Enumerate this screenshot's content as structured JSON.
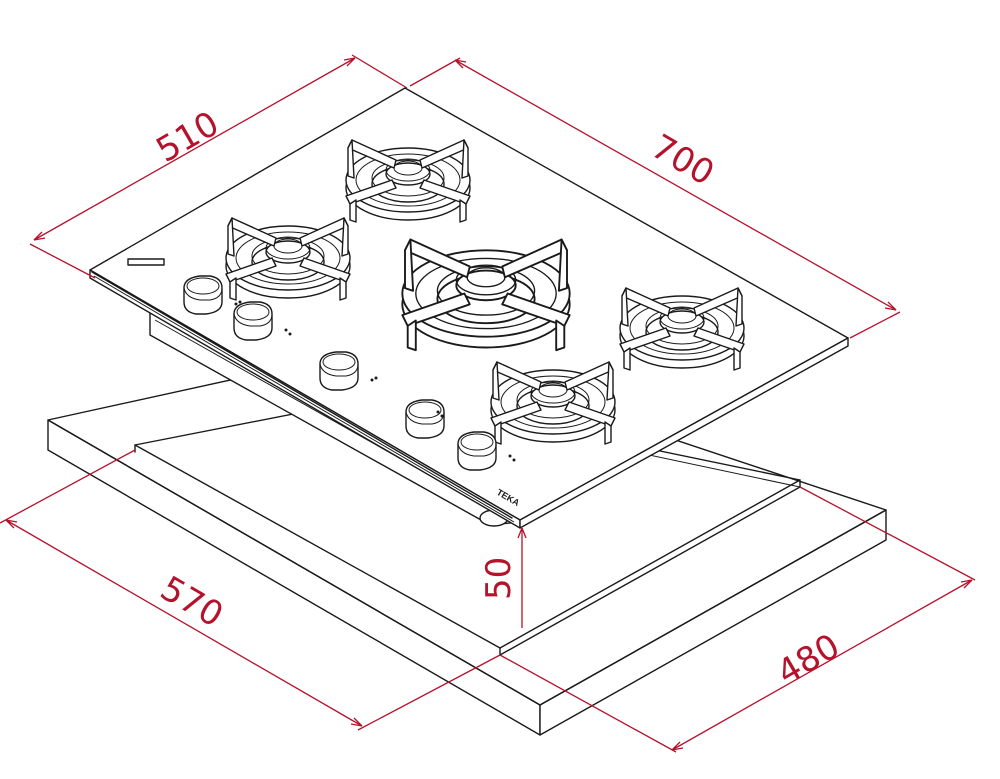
{
  "colors": {
    "dimension": "#b5122b",
    "outline": "#1a1a1a"
  },
  "dimensions": {
    "hob_depth": "510",
    "hob_width": "700",
    "cutout_width": "570",
    "cutout_depth": "480",
    "height": "50"
  },
  "brand_label": "TEKA"
}
